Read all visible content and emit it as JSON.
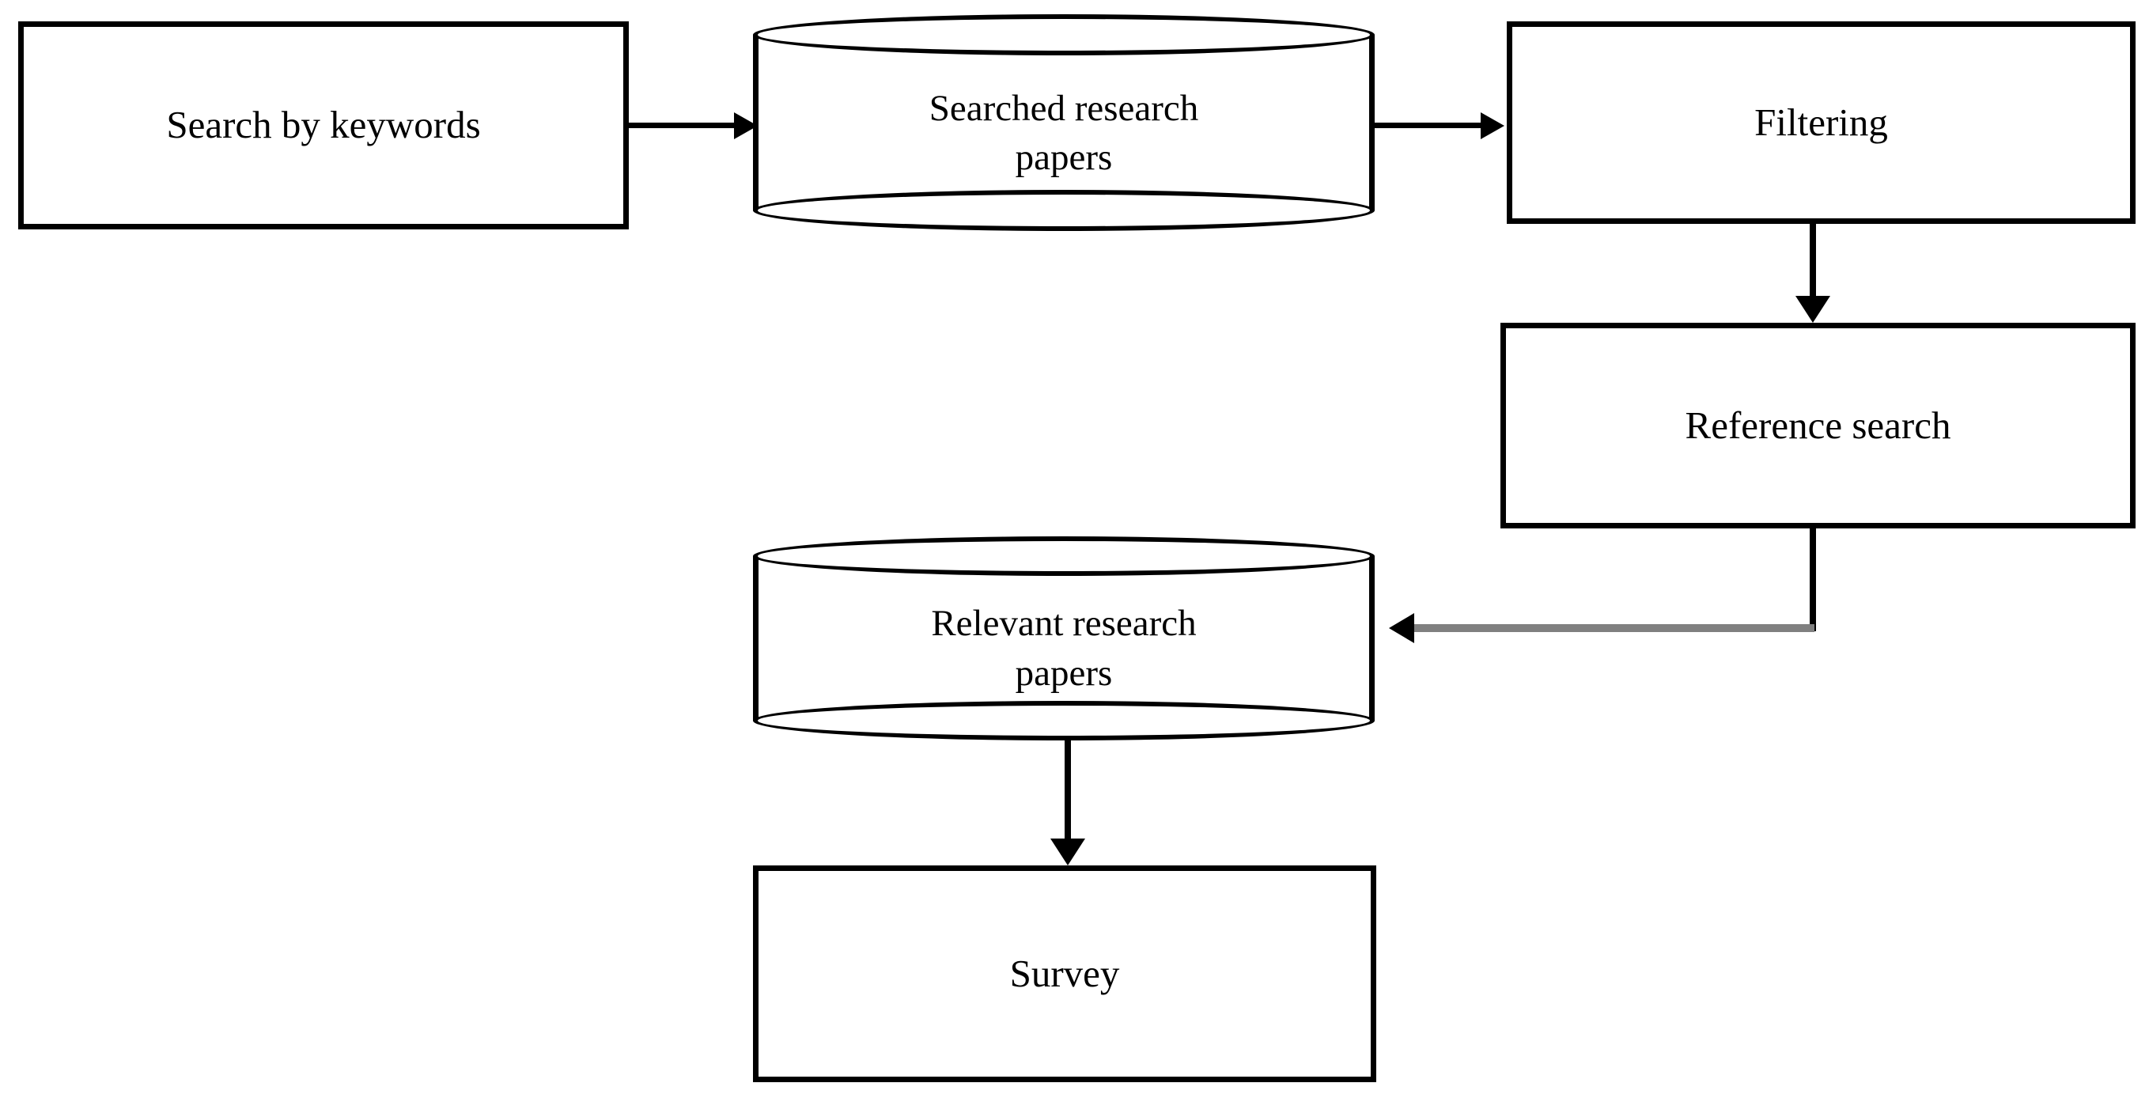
{
  "diagram": {
    "title": "Research paper survey methodology flowchart",
    "background_color": "#ffffff",
    "stroke_color": "#000000",
    "accent_connector_color": "#808080",
    "nodes": [
      {
        "id": "search-by-keywords",
        "label": "Search by keywords",
        "shape": "rectangle"
      },
      {
        "id": "searched-research-papers",
        "label": "Searched research\npapers",
        "shape": "cylinder"
      },
      {
        "id": "filtering",
        "label": "Filtering",
        "shape": "rectangle"
      },
      {
        "id": "reference-search",
        "label": "Reference search",
        "shape": "rectangle"
      },
      {
        "id": "relevant-research-papers",
        "label": "Relevant research\npapers",
        "shape": "cylinder"
      },
      {
        "id": "survey",
        "label": "Survey",
        "shape": "rectangle"
      }
    ],
    "edges": [
      {
        "id": "e1",
        "from": "search-by-keywords",
        "to": "searched-research-papers",
        "direction": "right",
        "label": ""
      },
      {
        "id": "e2",
        "from": "searched-research-papers",
        "to": "filtering",
        "direction": "right",
        "label": ""
      },
      {
        "id": "e3",
        "from": "filtering",
        "to": "reference-search",
        "direction": "down",
        "label": ""
      },
      {
        "id": "e4",
        "from": "reference-search",
        "to": "relevant-research-papers",
        "direction": "down-then-left",
        "label": ""
      },
      {
        "id": "e5",
        "from": "relevant-research-papers",
        "to": "survey",
        "direction": "down",
        "label": ""
      }
    ]
  }
}
